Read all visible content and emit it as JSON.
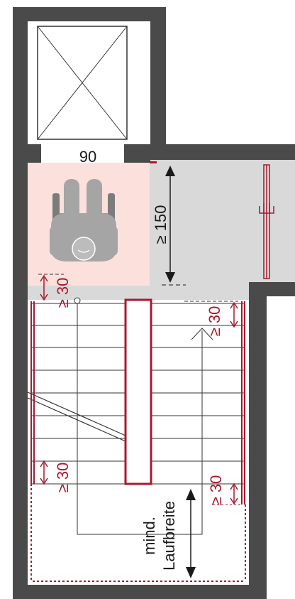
{
  "diagram": {
    "elevator_door_width": "90",
    "landing_depth": "≥ 150",
    "clearance_left_top": "≥ 30",
    "clearance_right_top": "≥ 30",
    "clearance_left_bottom": "≥ 30",
    "clearance_right_bottom": "≥ 30",
    "stair_width_line1": "mind.",
    "stair_width_line2": "Laufbreite"
  },
  "colors": {
    "wall": "#4a4a4a",
    "landing": "#d9d9d9",
    "wheelchair_zone": "#fbe0dc",
    "accent_red": "#a8192e",
    "wheelchair_figure": "#a5a5a5",
    "text": "#1a1a1a"
  },
  "icons": {
    "wheelchair": "wheelchair-user-icon",
    "elevator": "elevator-shaft-icon",
    "door": "door-icon",
    "handrail_end": "handrail-end-icon"
  }
}
